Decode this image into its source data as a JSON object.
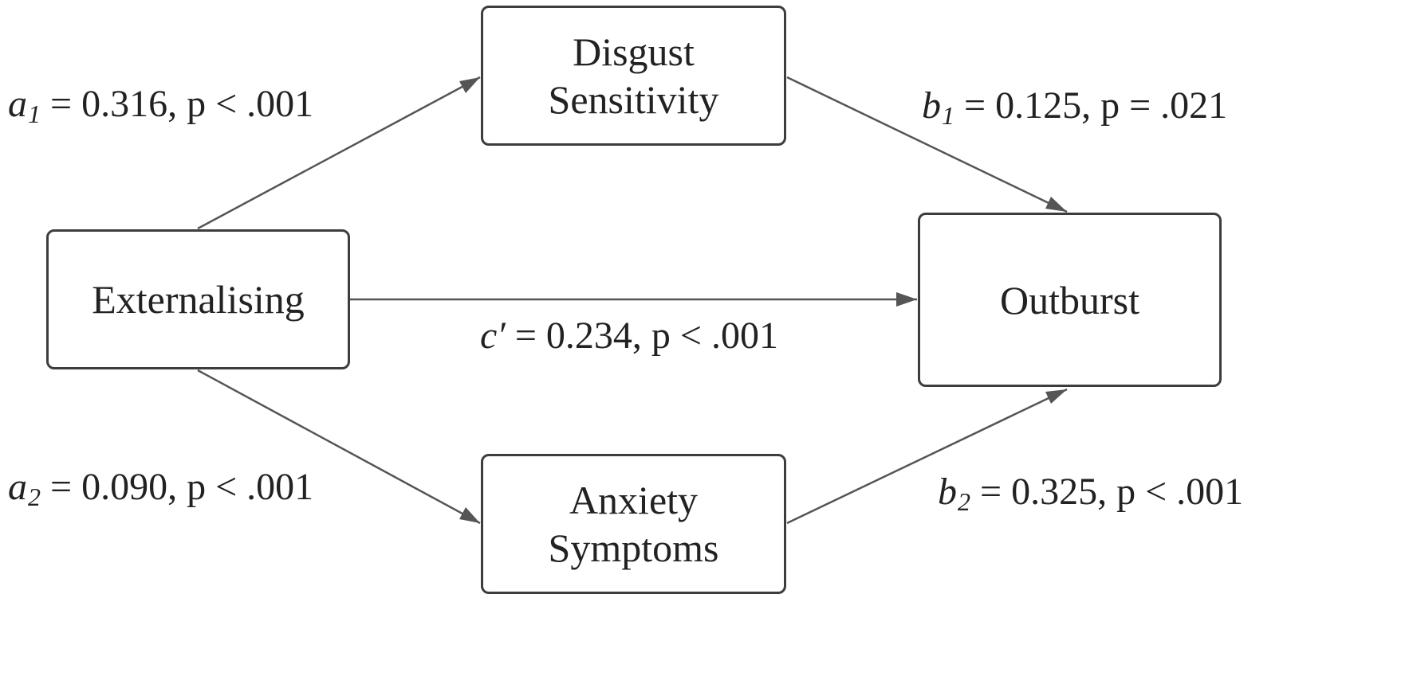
{
  "nodes": {
    "predictor": {
      "lines": [
        "Externalising"
      ]
    },
    "mediator1": {
      "lines": [
        "Disgust",
        "Sensitivity"
      ]
    },
    "mediator2": {
      "lines": [
        "Anxiety",
        "Symptoms"
      ]
    },
    "outcome": {
      "lines": [
        "Outburst"
      ]
    }
  },
  "paths": {
    "a1": {
      "symbol": "a",
      "subscript": "1",
      "text": "= 0.316, p < .001"
    },
    "a2": {
      "symbol": "a",
      "subscript": "2",
      "text": "= 0.090, p < .001"
    },
    "b1": {
      "symbol": "b",
      "subscript": "1",
      "text": "= 0.125, p = .021"
    },
    "b2": {
      "symbol": "b",
      "subscript": "2",
      "text": "= 0.325, p < .001"
    },
    "c_prime": {
      "symbol": "c′",
      "text": "= 0.234, p < .001"
    }
  },
  "colors": {
    "line": "#555555",
    "border": "#3d3d3d",
    "text": "#222222"
  }
}
